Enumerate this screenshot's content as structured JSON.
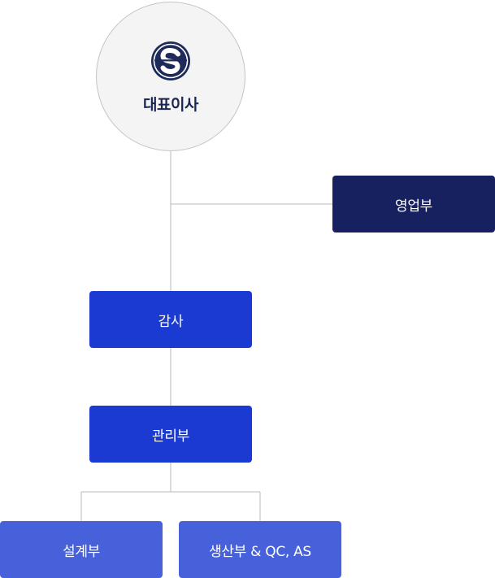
{
  "nodes": {
    "ceo": "대표이사",
    "sales": "영업부",
    "audit": "감사",
    "admin": "관리부",
    "design": "설계부",
    "production": "생산부 & QC, AS"
  },
  "colors": {
    "ceo_text": "#1a2556",
    "sales_box": "#172160",
    "audit_box": "#1b3ad1",
    "admin_box": "#1b3ad1",
    "sub_box": "#4661da",
    "connector": "#b8b8b8",
    "logo_navy": "#1e2a5a"
  }
}
